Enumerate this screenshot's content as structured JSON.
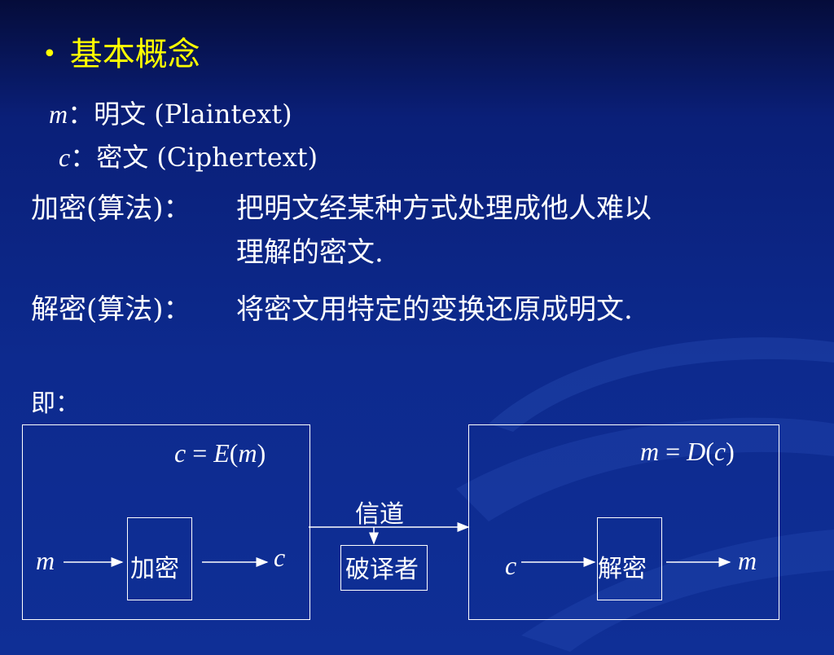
{
  "slide": {
    "title": "基本概念",
    "bullet": "•",
    "plaintext": {
      "var": "m",
      "sep": "：",
      "label": "明文 (Plaintext)"
    },
    "ciphertext": {
      "var": "c",
      "sep": "：",
      "label": "密文 (Ciphertext)"
    },
    "encryption": {
      "term": "加密(算法)：",
      "line1": "把明文经某种方式处理成他人难以",
      "line2": "理解的密文."
    },
    "decryption": {
      "term": "解密(算法)：",
      "line1": "将密文用特定的变换还原成明文."
    },
    "namely": "即："
  },
  "diagram": {
    "enc_formula": {
      "lhs": "c",
      "eq": " = ",
      "fn": "E",
      "arg": "m"
    },
    "dec_formula": {
      "lhs": "m",
      "eq": " = ",
      "fn": "D",
      "arg": "c"
    },
    "enc_input": "m",
    "enc_box": "加密",
    "enc_output": "c",
    "channel": "信道",
    "interceptor": "破译者",
    "dec_input": "c",
    "dec_box": "解密",
    "dec_output": "m"
  }
}
